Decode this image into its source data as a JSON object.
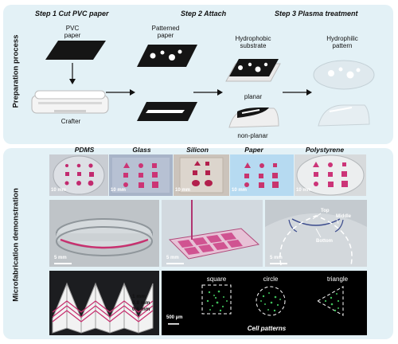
{
  "sections": {
    "preparation": "Preparation process",
    "demonstration": "Microfabrication demonstration"
  },
  "steps": {
    "step1": "Step 1 Cut PVC paper",
    "step2": "Step 2 Attach",
    "step3": "Step 3 Plasma treatment"
  },
  "labels": {
    "pvc_paper": "PVC\npaper",
    "crafter": "Crafter",
    "patterned_paper": "Patterned\npaper",
    "hydrophobic_substrate": "Hydrophobic\nsubstrate",
    "planar": "planar",
    "non_planar": "non-planar",
    "hydrophilic_pattern": "Hydrophilic\npattern"
  },
  "materials": [
    "PDMS",
    "Glass",
    "Silicon",
    "Paper",
    "Polystyrene"
  ],
  "scales": {
    "s10": "10 mm",
    "s5": "5 mm",
    "s500": "500 µm"
  },
  "channel_labels": {
    "top": "Top",
    "middle": "Middle",
    "bottom": "Bottom"
  },
  "widths": [
    "1 mm",
    "0.8 mm",
    "0.6 mm"
  ],
  "cells": {
    "square": "square",
    "circle": "circle",
    "triangle": "triangle",
    "caption": "Cell patterns"
  },
  "colors": {
    "panel": "#e3f1f6",
    "magenta": "#d23a7a",
    "green": "#43c35e"
  }
}
